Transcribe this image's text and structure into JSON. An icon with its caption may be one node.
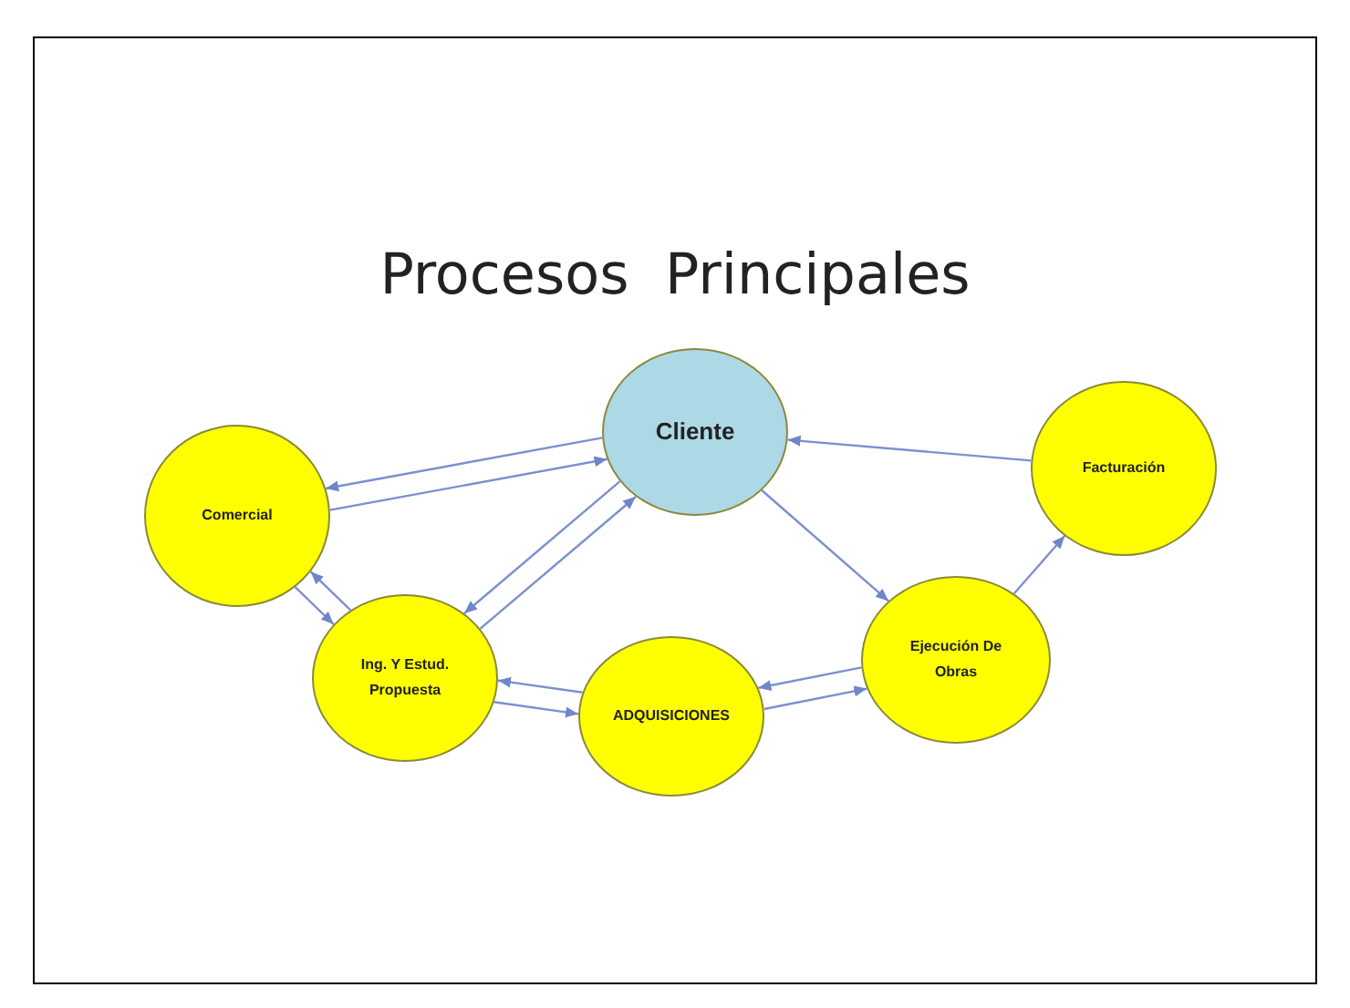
{
  "diagram": {
    "title": "Procesos  Principales",
    "nodes": [
      {
        "text": [
          "Cliente"
        ]
      },
      {
        "text": [
          "Facturación"
        ]
      },
      {
        "text": [
          "Comercial"
        ]
      },
      {
        "text": [
          "Ing. Y Estud. Propuesta"
        ]
      },
      {
        "text": [
          "ADQUISICIONES"
        ]
      },
      {
        "text": [
          "Ejecución De Obras"
        ]
      }
    ],
    "edges": [
      {
        "from": 0,
        "to": 2,
        "arrow": "to"
      },
      {
        "from": 2,
        "to": 0,
        "arrow": "to"
      },
      {
        "from": 3,
        "to": 0,
        "arrow": "to"
      },
      {
        "from": 0,
        "to": 3,
        "arrow": "to"
      },
      {
        "from": 2,
        "to": 3,
        "arrow": "to"
      },
      {
        "from": 3,
        "to": 2,
        "arrow": "to"
      },
      {
        "from": 0,
        "to": 5,
        "arrow": "to"
      },
      {
        "from": 5,
        "to": 1,
        "arrow": "to"
      },
      {
        "from": 1,
        "to": 0,
        "arrow": "to"
      },
      {
        "from": 5,
        "to": 4,
        "arrow": "to"
      },
      {
        "from": 4,
        "to": 5,
        "arrow": "to"
      },
      {
        "from": 4,
        "to": 3,
        "arrow": "to"
      },
      {
        "from": 3,
        "to": 4,
        "arrow": "to"
      }
    ]
  }
}
